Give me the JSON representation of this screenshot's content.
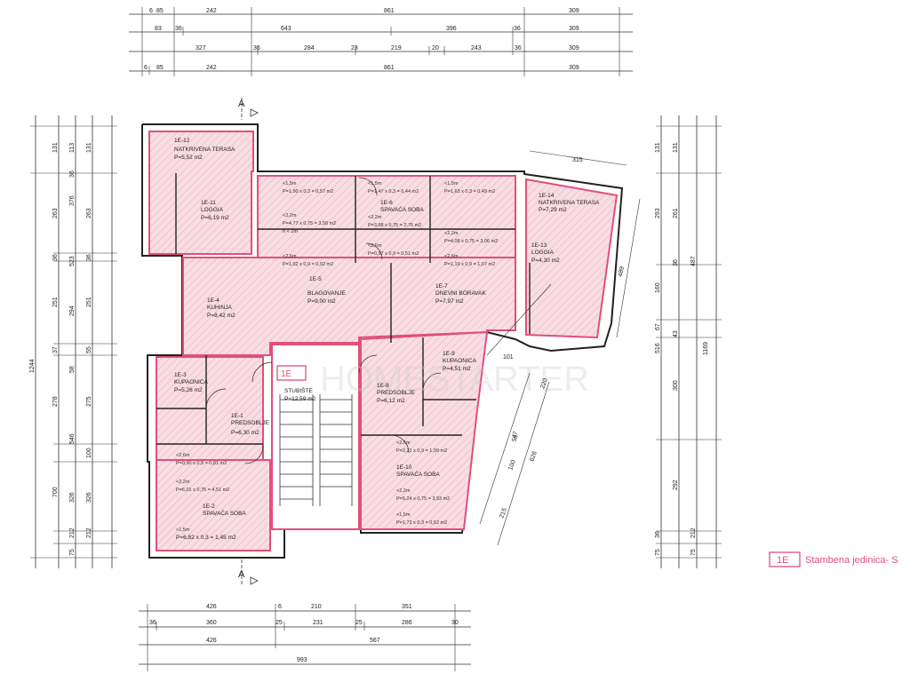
{
  "colors": {
    "accent": "#e0507a",
    "room_fill": "#f7d3dd",
    "wall": "#222222"
  },
  "top_dims": {
    "row1": [
      "6",
      "85",
      "242",
      "861",
      "309"
    ],
    "row2": [
      "83",
      "36",
      "643",
      "396",
      "36",
      "309"
    ],
    "row3": [
      "327",
      "36",
      "284",
      "23",
      "219",
      "20",
      "243",
      "36",
      "309"
    ],
    "row4": [
      "6",
      "85",
      "242",
      "861",
      "309"
    ]
  },
  "bottom_dims": {
    "row1": [
      "426",
      "6",
      "210",
      "351"
    ],
    "row2": [
      "36",
      "360",
      "25",
      "231",
      "25",
      "286",
      "30"
    ],
    "row3": [
      "426",
      "567"
    ],
    "row4": [
      "993"
    ]
  },
  "left_dims": {
    "outer": [
      "1244"
    ],
    "col1": [
      "131",
      "263",
      "36",
      "251",
      "37",
      "278",
      "700"
    ],
    "col2": [
      "113",
      "36",
      "376",
      "523",
      "294",
      "58",
      "546",
      "326",
      "212",
      "75"
    ],
    "col3": [
      "131",
      "263",
      "36",
      "251",
      "55",
      "275",
      "100",
      "326",
      "212"
    ]
  },
  "right_dims": {
    "col1": [
      "131",
      "293",
      "160",
      "67",
      "516",
      "36",
      "75"
    ],
    "col2": [
      "131",
      "261",
      "36",
      "487",
      "43",
      "300",
      "292"
    ],
    "col3": [
      "1169",
      "212",
      "75"
    ]
  },
  "section_marker": "A",
  "stair_tag": "1E",
  "watermark": "HOMESTARTER",
  "rooms": [
    {
      "id": "1E-12",
      "name": "NATKRIVENA TERASA",
      "area": "P=5,52 m2"
    },
    {
      "id": "1E-11",
      "name": "LOGGIA",
      "area": "P=6,19 m2"
    },
    {
      "id": "1E-4",
      "name": "KUHINJA",
      "area": "P=8,42 m2"
    },
    {
      "id": "1E-5",
      "name": "BLAGOVANJE",
      "area": "P=9,00 m2"
    },
    {
      "id": "1E-6",
      "name": "SPAVAĆA SOBA",
      "area": ""
    },
    {
      "id": "1E-7",
      "name": "DNEVNI BORAVAK",
      "area": "P=7,97 m2"
    },
    {
      "id": "1E-14",
      "name": "NATKRIVENA TERASA",
      "area": "P=7,29 m2"
    },
    {
      "id": "1E-13",
      "name": "LOGGIA",
      "area": "P=4,30 m2"
    },
    {
      "id": "1E-3",
      "name": "KUPAONICA",
      "area": "P=5,26 m2"
    },
    {
      "id": "1E-1",
      "name": "PREDSOBLJE",
      "area": "P=6,30 m2"
    },
    {
      "id": "1E-2",
      "name": "SPAVAĆA SOBA",
      "area": "P=6,82 x 0,3 = 1,45 m2"
    },
    {
      "id": "1E-8",
      "name": "PREDSOBLJE",
      "area": "P=6,12 m2"
    },
    {
      "id": "1E-9",
      "name": "KUPAONICA",
      "area": "P=4,51 m2"
    },
    {
      "id": "1E-10",
      "name": "SPAVAĆA SOBA",
      "area": ""
    }
  ],
  "stairs": {
    "name": "STUBIŠTE",
    "area": "P=12,59 m2"
  },
  "notes": [
    "<1,5m",
    "P=1,90 x 0,3 = 0,57 m2",
    "<2,2m",
    "P=4,77 x 0,75 = 3,58 m2",
    "h < 2m",
    "<2,6m",
    "P=1,02 x 0,9 = 0,92 m2",
    "<1,5m",
    "P=1,47 x 0,3 = 0,44 m2",
    "<2,2m",
    "P=3,68 x 0,75 = 2,76 m2",
    "<2,6m",
    "P=0,57 x 0,9 = 0,51 m2",
    "<1,5m",
    "P=1,63 x 0,3 = 0,49 m2",
    "<2,2m",
    "P=4,08 x 0,75 = 3,06 m2",
    "<2,6m",
    "P=1,19 x 0,9 = 1,07 m2",
    "<2,6m",
    "P=0,90 x 0,9 = 0,81 m2",
    "<2,2m",
    "P=6,01 x 0,75 = 4,51 m2",
    "<1,5m",
    "<2,6m",
    "P=2,21 x 0,9 = 1,99 m2",
    "<2,2m",
    "P=5,24 x 0,75 = 3,93 m2",
    "<1,5m",
    "P=1,72 x 0,3 = 0,52 m2"
  ],
  "right_angle_dims": [
    "315",
    "489",
    "220",
    "626",
    "100",
    "58",
    "215",
    "101",
    "47"
  ],
  "legend": {
    "tag": "1E",
    "text": "Stambena jedinica- S"
  }
}
